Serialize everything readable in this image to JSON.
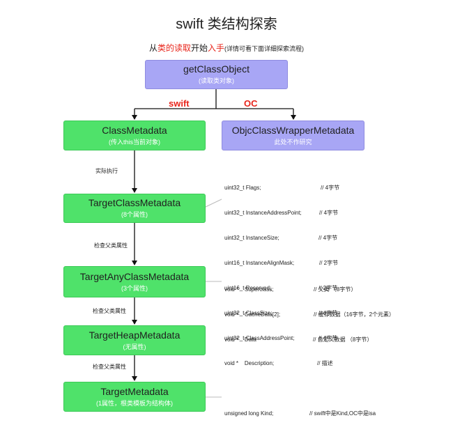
{
  "title": "swift 类结构探索",
  "subtitle": {
    "p1": "从",
    "p2": "类的读取",
    "p3": "开始",
    "p4": "入手",
    "note": "(详情可看下面详细探索流程)"
  },
  "nodes": {
    "get_class_object": {
      "title": "getClassObject",
      "subtitle": "(读取类对象)"
    },
    "class_metadata": {
      "title": "ClassMetadata",
      "subtitle": "(传入this当前对象)"
    },
    "objc_wrapper": {
      "title": "ObjcClassWrapperMetadata",
      "subtitle": "此处不作研究"
    },
    "target_class_metadata": {
      "title": "TargetClassMetadata",
      "subtitle": "(8个属性)"
    },
    "target_any_class_metadata": {
      "title": "TargetAnyClassMetadata",
      "subtitle": "(3个属性)"
    },
    "target_heap_metadata": {
      "title": "TargetHeapMetadata",
      "subtitle": "(无属性)"
    },
    "target_metadata": {
      "title": "TargetMetadata",
      "subtitle": "(1属性，根类模板为结构体)"
    }
  },
  "branch_labels": {
    "swift": "swift",
    "oc": "OC"
  },
  "edge_labels": {
    "actual_exec": "实际执行",
    "check_parent_1": "检查父类属性",
    "check_parent_2": "检查父类属性",
    "check_parent_3": "检查父类属性"
  },
  "fields": {
    "target_class_metadata": [
      {
        "decl": "uint32_t Flags;",
        "comment": "// 4字节"
      },
      {
        "decl": "uint32_t InstanceAddressPoint;",
        "comment": "// 4字节"
      },
      {
        "decl": "uint32_t InstanceSize;",
        "comment": "// 4字节"
      },
      {
        "decl": "uint16_t InstanceAlignMask;",
        "comment": "// 2字节"
      },
      {
        "decl": "uint16_t Reserved;",
        "comment": "// 2字节"
      },
      {
        "decl": "uint32_t ClassSize;",
        "comment": "// 4字节"
      },
      {
        "decl": "uint32_t ClassAddressPoint;",
        "comment": "// 4字节"
      },
      {
        "decl": "void *    Description;",
        "comment": "// 描述"
      }
    ],
    "target_any_class_metadata": [
      {
        "decl": "void *    Superclass;",
        "comment": "// 父类 （8字节）"
      },
      {
        "decl": "void *    CacheData[2];",
        "comment": "// 缓存数据（16字节，2个元素）"
      },
      {
        "decl": "void *    Data",
        "comment": "// 自定义数据 （8字节）"
      }
    ],
    "target_metadata": [
      {
        "decl": "unsigned long Kind;",
        "comment": "// swift中是Kind,OC中是isa"
      }
    ]
  },
  "colors": {
    "purple_box": "#a8a6f5",
    "green_box": "#4fe26a",
    "highlight_red": "#e8241a",
    "arrow": "#111111",
    "connector": "#bbbbbb"
  }
}
